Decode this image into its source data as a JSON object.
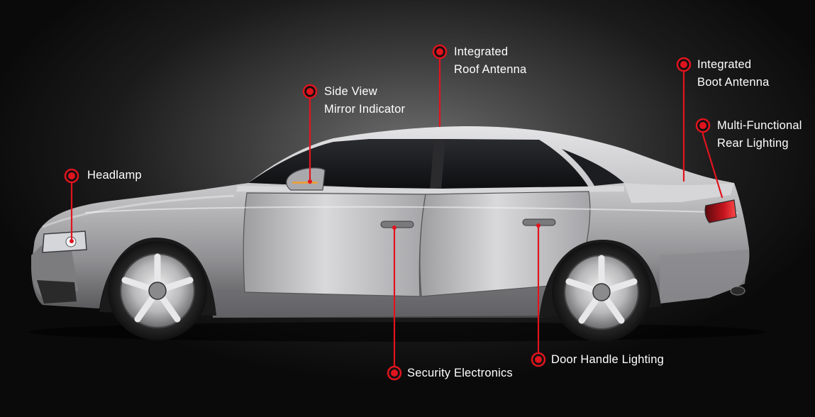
{
  "callouts": [
    {
      "id": "headlamp",
      "lines": [
        "Headlamp"
      ]
    },
    {
      "id": "mirror-indicator",
      "lines": [
        "Side View",
        "Mirror Indicator"
      ]
    },
    {
      "id": "roof-antenna",
      "lines": [
        "Integrated",
        "Roof Antenna"
      ]
    },
    {
      "id": "boot-antenna",
      "lines": [
        "Integrated",
        "Boot Antenna"
      ]
    },
    {
      "id": "rear-lighting",
      "lines": [
        "Multi-Functional",
        "Rear Lighting"
      ]
    },
    {
      "id": "door-handle-lighting",
      "lines": [
        "Door Handle Lighting"
      ]
    },
    {
      "id": "security-electronics",
      "lines": [
        "Security Electronics"
      ]
    }
  ],
  "colors": {
    "marker": "#e0141e",
    "background": "#0b0b0b",
    "body": "#b9b9bb",
    "label_text": "#ffffff"
  },
  "icons": {
    "marker": "red-ring-dot-icon"
  }
}
